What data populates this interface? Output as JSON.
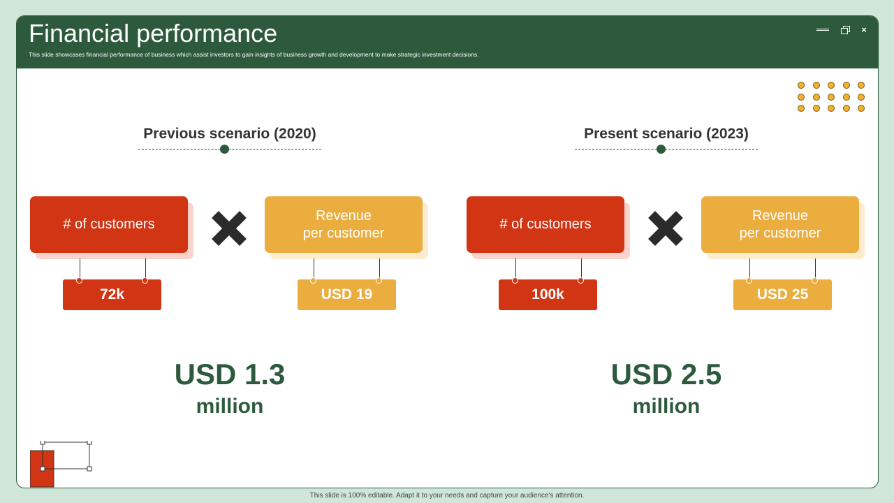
{
  "header": {
    "title": "Financial performance",
    "subtitle": "This slide showcases financial performance of business which assist investors to gain insights of business growth and development to make strategic investment decisions."
  },
  "window_controls": {
    "minimize_icon": "minimize-icon",
    "restore_icon": "restore-icon",
    "close_label": "×"
  },
  "decoration": {
    "dot_count": 15,
    "dot_color": "#f2b134"
  },
  "scenarios": [
    {
      "title": "Previous scenario (2020)",
      "customers_label": "# of customers",
      "revenue_label_line1": "Revenue",
      "revenue_label_line2": "per customer",
      "customers_value": "72k",
      "revenue_value": "USD 19",
      "total_amount": "USD 1.3",
      "total_unit": "million"
    },
    {
      "title": "Present scenario (2023)",
      "customers_label": "# of customers",
      "revenue_label_line1": "Revenue",
      "revenue_label_line2": "per customer",
      "customers_value": "100k",
      "revenue_value": "USD 25",
      "total_amount": "USD 2.5",
      "total_unit": "million"
    }
  ],
  "colors": {
    "brand_green": "#2d5a3d",
    "red": "#d13514",
    "amber": "#ebad3e",
    "background": "#cfe6d9"
  },
  "footer": {
    "note": "This slide is 100% editable. Adapt it to your needs and capture your audience's attention."
  }
}
